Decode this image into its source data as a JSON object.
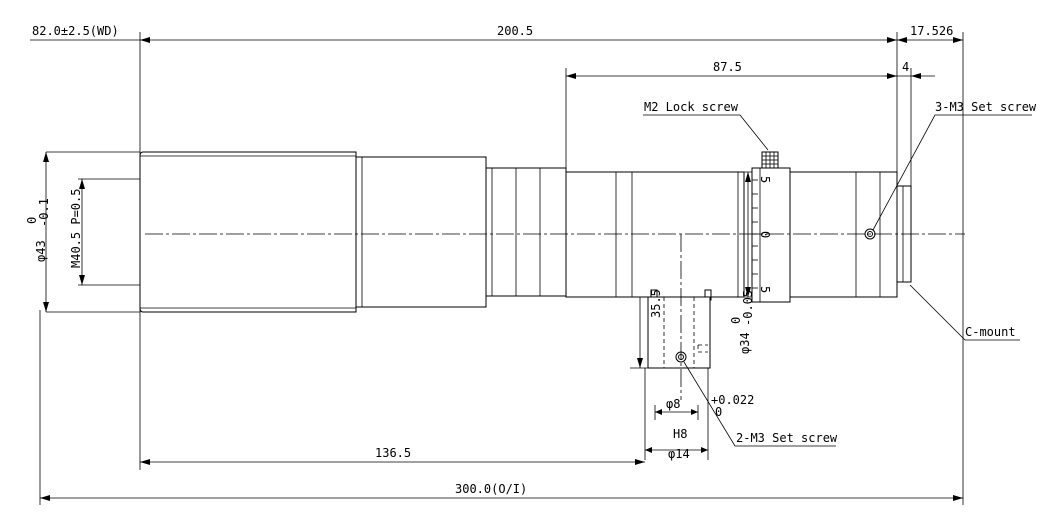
{
  "dimensions": {
    "wd": "82.0±2.5(WD)",
    "length_200_5": "200.5",
    "flange_17_526": "17.526",
    "length_87_5": "87.5",
    "gap_4": "4",
    "length_136_5": "136.5",
    "total_300": "300.0(O/I)",
    "height_35_5": "35.5",
    "shaft_d8": "φ8",
    "tol_d8": "+0.022",
    "tol_d8_low": "0",
    "fit_h8": "H8",
    "shaft_d14": "φ14"
  },
  "diameters": {
    "outer": "φ43",
    "outer_tol_top": "0",
    "outer_tol_bottom": "-0.1",
    "thread": "M40.5 P=0.5",
    "barrel": "φ34",
    "barrel_tol_top": "0",
    "barrel_tol_bottom": "-0.05"
  },
  "callouts": {
    "lock_screw": "M2 Lock screw",
    "set_screw_3": "3-M3 Set screw",
    "set_screw_2": "2-M3 Set screw",
    "mount": "C-mount"
  },
  "scale_marks": [
    "5",
    "0",
    "5"
  ]
}
